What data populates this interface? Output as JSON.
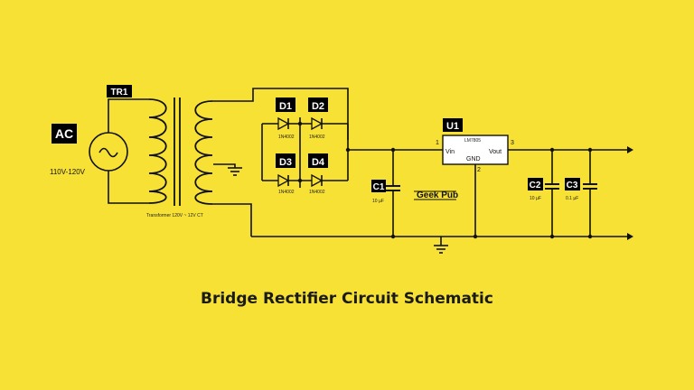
{
  "labels": {
    "ac": "AC",
    "voltage": "110V-120V",
    "tr1": "TR1",
    "transformer_caption": "Transformer 120V ~ 12V CT",
    "d1": "D1",
    "d2": "D2",
    "d3": "D3",
    "d4": "D4",
    "diode_part": "1N4002",
    "u1": "U1",
    "regulator_part": "LM7805",
    "vin": "Vin",
    "vout": "Vout",
    "gnd": "GND",
    "pin1": "1",
    "pin2": "2",
    "pin3": "3",
    "c1": "C1",
    "c1_value": "10 µF",
    "c2": "C2",
    "c2_value": "10 µF",
    "c3": "C3",
    "c3_value": "0.1 µF",
    "watermark": "Geek Pub"
  },
  "title": "Bridge Rectifier Circuit Schematic",
  "colors": {
    "background": "#f7e135",
    "ink": "#111111",
    "label_box": "#000000"
  }
}
